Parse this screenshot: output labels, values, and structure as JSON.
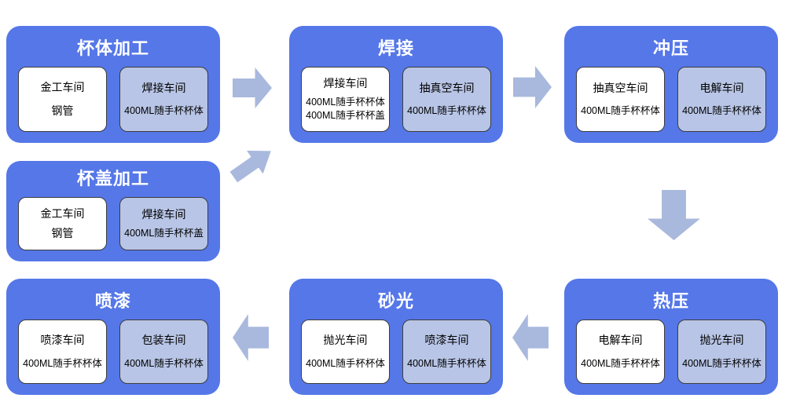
{
  "colors": {
    "box_bg": "#5577e8",
    "card_light_bg": "#b8c5e6",
    "card_white_bg": "#ffffff",
    "card_border": "#3d3d3d",
    "arrow": "#a9b8dd",
    "title_color": "#ffffff",
    "card_text": "#000000"
  },
  "nodes": [
    {
      "id": "cup-body-processing",
      "title": "杯体加工",
      "input": {
        "name": "金工车间",
        "items": [
          "钢管"
        ]
      },
      "output": {
        "name": "焊接车间",
        "items": [
          "400ML随手杯杯体"
        ]
      }
    },
    {
      "id": "cup-lid-processing",
      "title": "杯盖加工",
      "input": {
        "name": "金工车间",
        "items": [
          "钢管"
        ]
      },
      "output": {
        "name": "焊接车间",
        "items": [
          "400ML随手杯杯盖"
        ]
      }
    },
    {
      "id": "welding",
      "title": "焊接",
      "input": {
        "name": "焊接车间",
        "items": [
          "400ML随手杯杯体",
          "400ML随手杯杯盖"
        ]
      },
      "output": {
        "name": "抽真空车间",
        "items": [
          "400ML随手杯杯体"
        ]
      }
    },
    {
      "id": "stamping",
      "title": "冲压",
      "input": {
        "name": "抽真空车间",
        "items": [
          "400ML随手杯杯体"
        ]
      },
      "output": {
        "name": "电解车间",
        "items": [
          "400ML随手杯杯体"
        ]
      }
    },
    {
      "id": "hot-pressing",
      "title": "热压",
      "input": {
        "name": "电解车间",
        "items": [
          "400ML随手杯杯体"
        ]
      },
      "output": {
        "name": "抛光车间",
        "items": [
          "400ML随手杯杯体"
        ]
      }
    },
    {
      "id": "sanding",
      "title": "砂光",
      "input": {
        "name": "抛光车间",
        "items": [
          "400ML随手杯杯体"
        ]
      },
      "output": {
        "name": "喷漆车间",
        "items": [
          "400ML随手杯杯体"
        ]
      }
    },
    {
      "id": "painting",
      "title": "喷漆",
      "input": {
        "name": "喷漆车间",
        "items": [
          "400ML随手杯杯体"
        ]
      },
      "output": {
        "name": "包装车间",
        "items": [
          "400ML随手杯杯体"
        ]
      }
    }
  ],
  "arrows": [
    {
      "name": "cup-body-to-welding",
      "direction": "right"
    },
    {
      "name": "cup-lid-to-welding",
      "direction": "up-right"
    },
    {
      "name": "welding-to-stamping",
      "direction": "right"
    },
    {
      "name": "stamping-to-hot-pressing",
      "direction": "down"
    },
    {
      "name": "hot-pressing-to-sanding",
      "direction": "left"
    },
    {
      "name": "sanding-to-painting",
      "direction": "left"
    }
  ]
}
